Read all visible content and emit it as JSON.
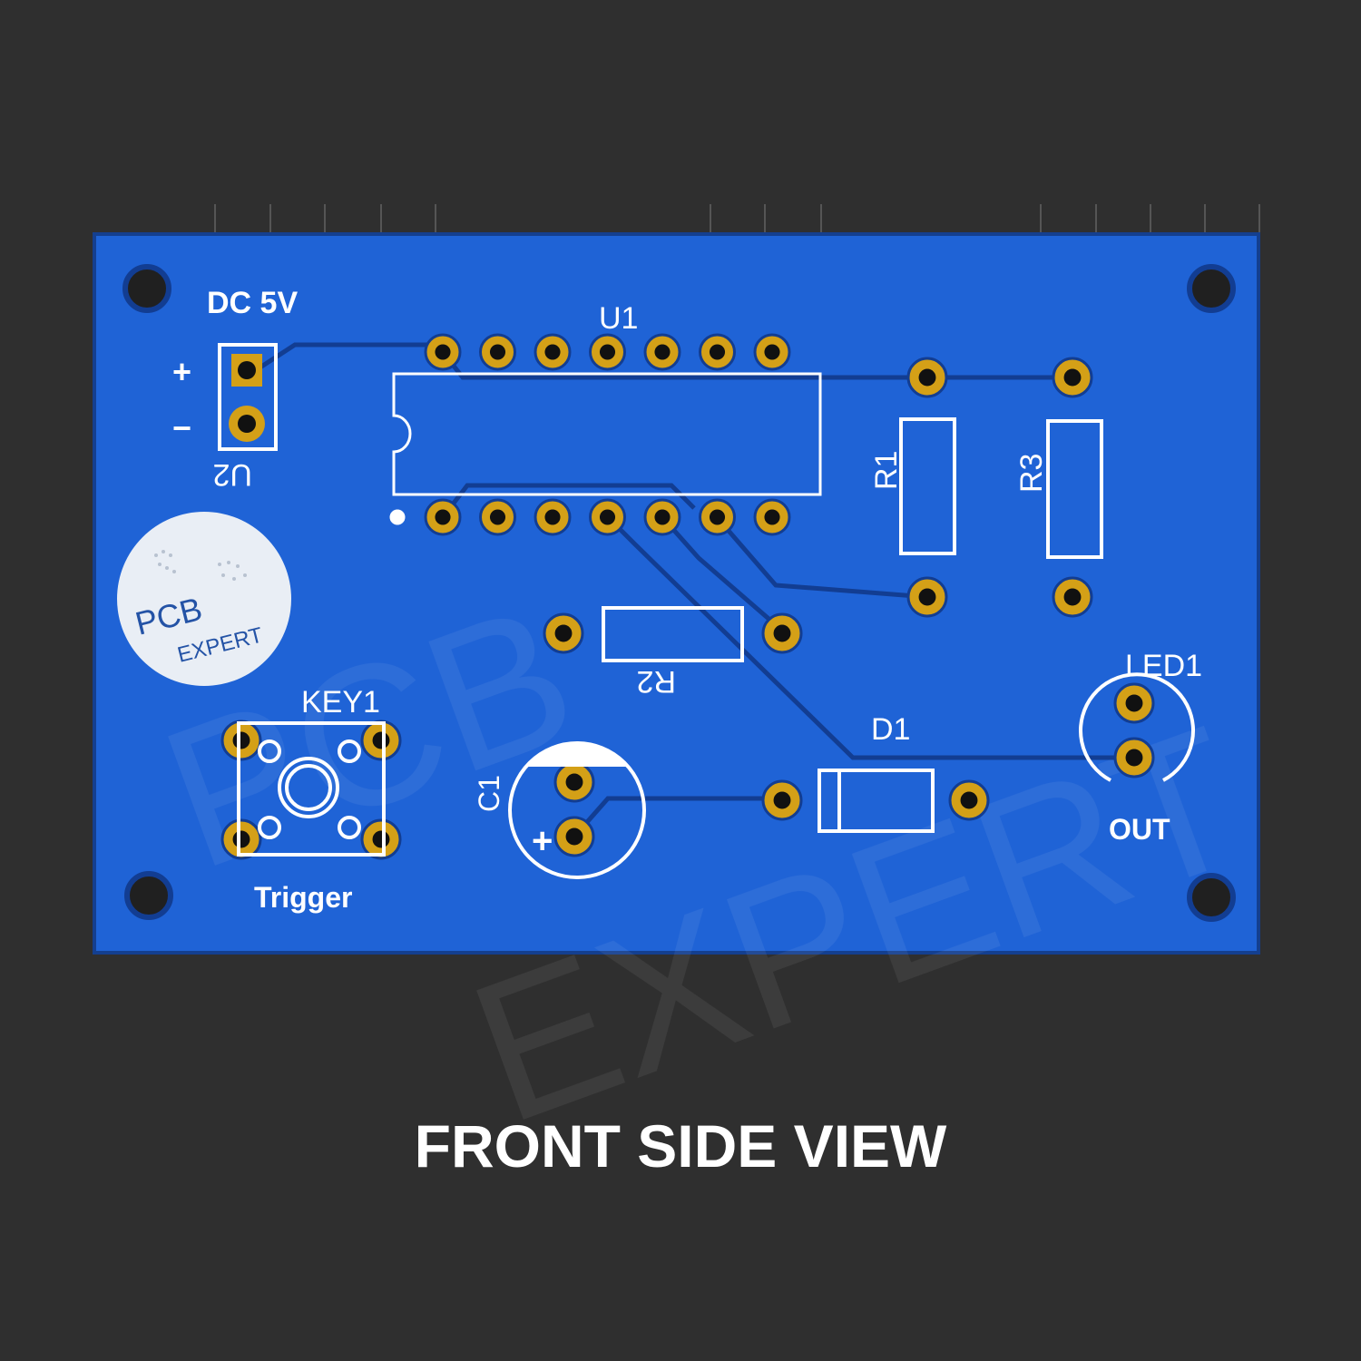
{
  "caption": "FRONT SIDE VIEW",
  "colors": {
    "background": "#2f2f2f",
    "board": "#1f63d6",
    "board_edge": "#143f8f",
    "copper_pad": "#d4a017",
    "trace": "#123d92",
    "silkscreen": "#ffffff"
  },
  "board": {
    "power_label": "DC 5V",
    "plus_sign": "+",
    "minus_sign": "−",
    "u2_label": "U2",
    "u1_label": "U1",
    "r1_label": "R1",
    "r2_label": "R2",
    "r3_label": "R3",
    "key_label": "KEY1",
    "trigger_label": "Trigger",
    "c1_label": "C1",
    "c1_plus": "+",
    "d1_label": "D1",
    "led_label": "LED1",
    "out_label": "OUT"
  },
  "logo": {
    "line1": "PCB",
    "line2": "EXPERT",
    "icon": "circuit-dots-icon"
  },
  "watermark": {
    "line1": "PCB",
    "line2": "EXPERT"
  }
}
